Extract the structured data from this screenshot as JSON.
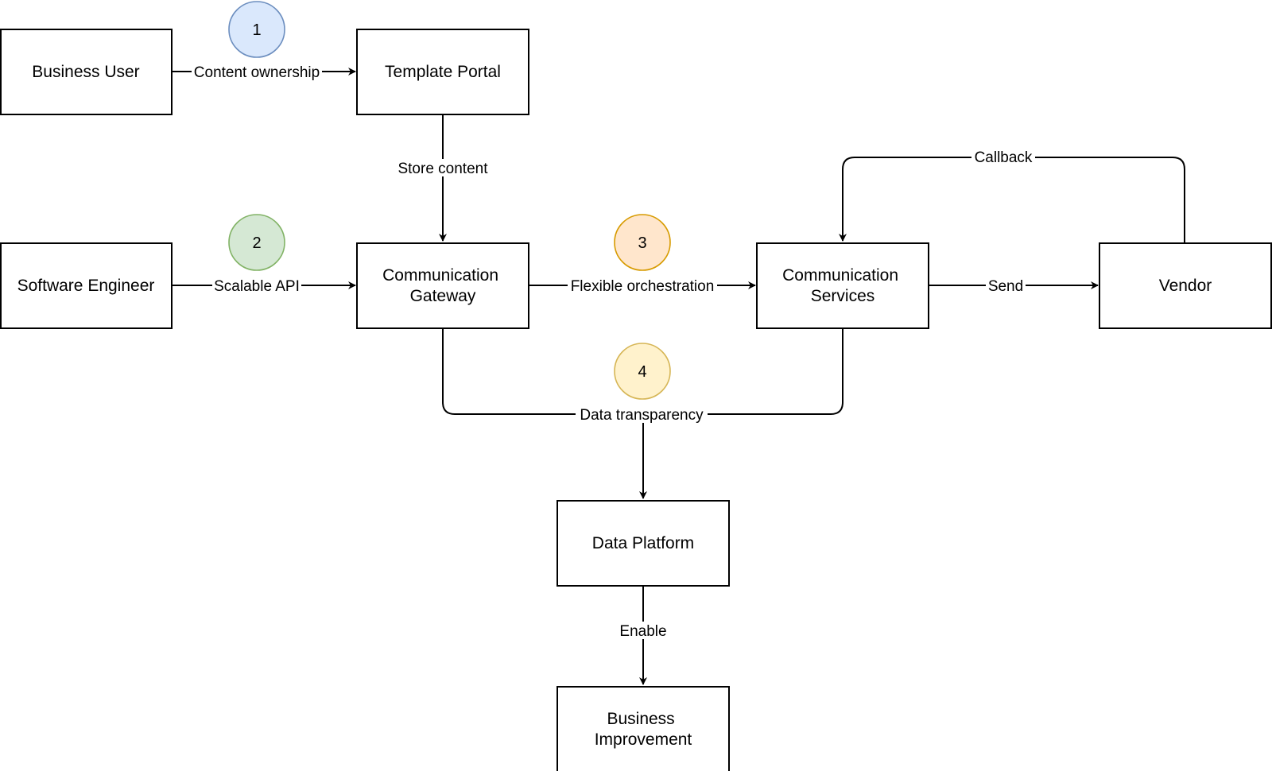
{
  "nodes": {
    "business_user": "Business User",
    "template_portal": "Template Portal",
    "software_engineer": "Software Engineer",
    "communication_gateway": [
      "Communication",
      "Gateway"
    ],
    "communication_services": [
      "Communication",
      "Services"
    ],
    "vendor": "Vendor",
    "data_platform": "Data Platform",
    "business_improvement": [
      "Business",
      "Improvement"
    ]
  },
  "edges": {
    "content_ownership": "Content ownership",
    "store_content": "Store content",
    "scalable_api": "Scalable API",
    "flexible_orchestration": "Flexible orchestration",
    "send": "Send",
    "callback": "Callback",
    "data_transparency": "Data transparency",
    "enable": "Enable"
  },
  "badges": [
    {
      "number": "1",
      "fill": "#dae8fc",
      "stroke": "#6c8ebf"
    },
    {
      "number": "2",
      "fill": "#d5e8d4",
      "stroke": "#82b366"
    },
    {
      "number": "3",
      "fill": "#ffe6cc",
      "stroke": "#d79b00"
    },
    {
      "number": "4",
      "fill": "#fff2cc",
      "stroke": "#d6b656"
    }
  ],
  "colors": {
    "stroke": "#000000",
    "background": "#ffffff"
  }
}
